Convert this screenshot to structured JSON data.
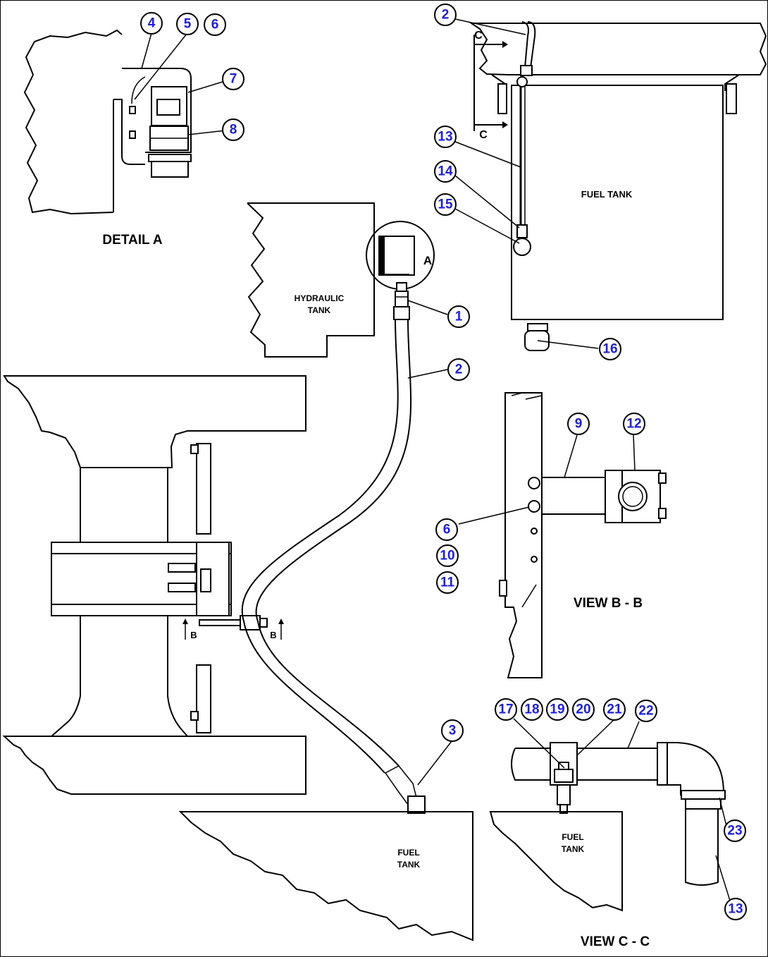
{
  "view_titles": {
    "detail_a": "DETAIL A",
    "view_b": "VIEW B - B",
    "view_c": "VIEW C - C"
  },
  "tank_labels": {
    "hydraulic_line1": "HYDRAULIC",
    "hydraulic_line2": "TANK",
    "fuel_top": "FUEL TANK",
    "fuel_bottom_line1": "FUEL",
    "fuel_bottom_line2": "TANK",
    "fuel_c_line1": "FUEL",
    "fuel_c_line2": "TANK"
  },
  "section_markers": {
    "detail_marker": "A",
    "c_upper": "C",
    "c_lower": "C",
    "b_left": "B",
    "b_right": "B"
  },
  "callouts": {
    "c4": "4",
    "c5": "5",
    "c6a": "6",
    "c7": "7",
    "c8": "8",
    "c2a": "2",
    "c13a": "13",
    "c14": "14",
    "c15": "15",
    "c16": "16",
    "c1": "1",
    "c2b": "2",
    "c9": "9",
    "c12": "12",
    "c6b": "6",
    "c10": "10",
    "c11": "11",
    "c3": "3",
    "c17": "17",
    "c18": "18",
    "c19": "19",
    "c20": "20",
    "c21": "21",
    "c22": "22",
    "c23": "23",
    "c13b": "13"
  }
}
